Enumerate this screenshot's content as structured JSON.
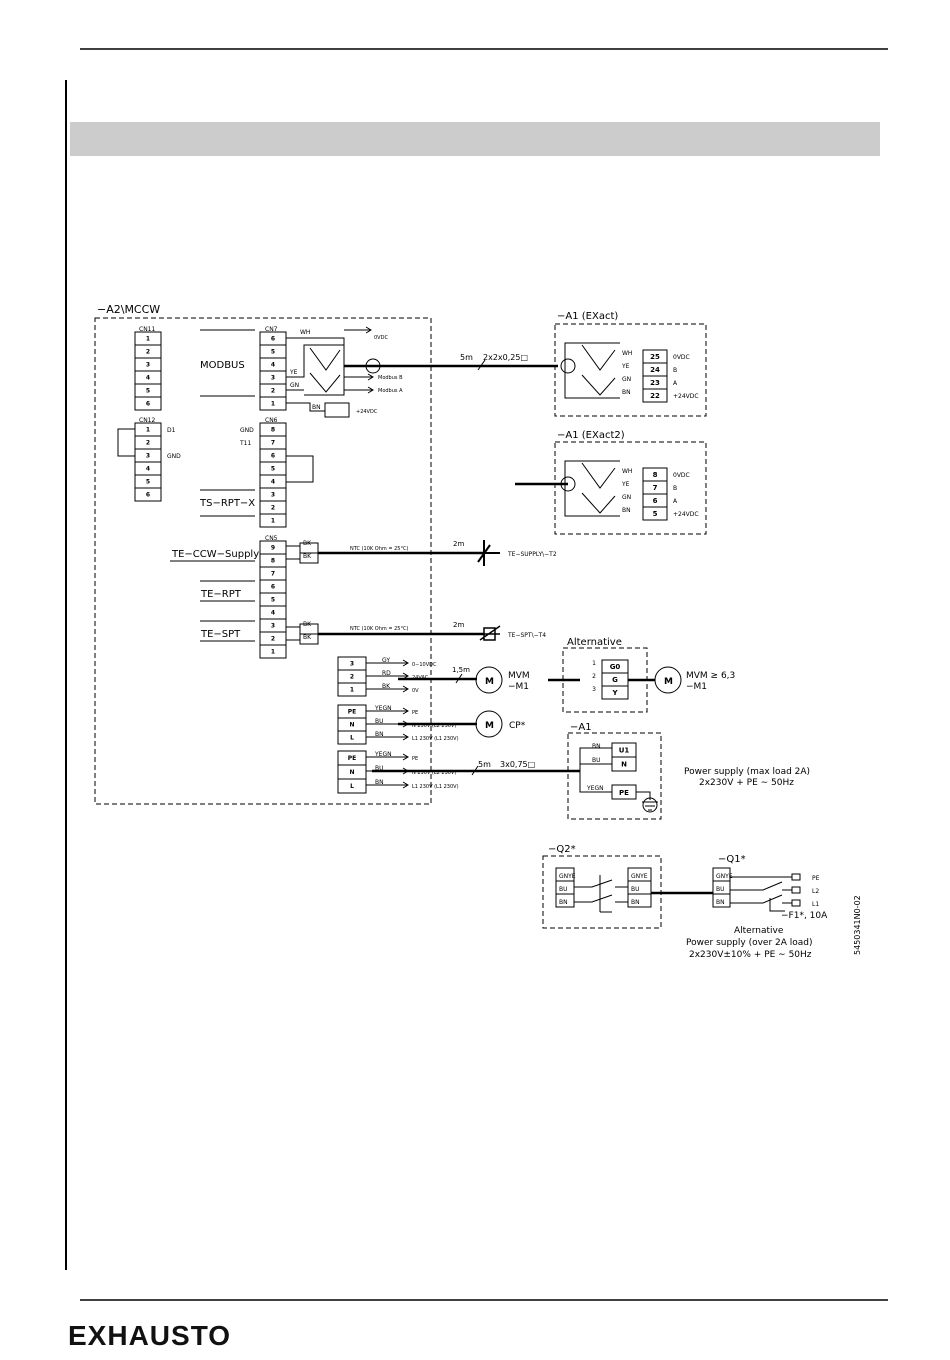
{
  "document": {
    "doc_number": "5450341N0-02",
    "brand": "EXHAUSTO"
  },
  "diagram": {
    "controller": {
      "title": "−A2\\MCCW",
      "cn11": {
        "name": "CN11",
        "pins": [
          "1",
          "2",
          "3",
          "4",
          "5",
          "6"
        ]
      },
      "cn12": {
        "name": "CN12",
        "pins": [
          "1",
          "2",
          "3",
          "4",
          "5",
          "6"
        ],
        "label_d1": "D1",
        "label_gnd": "GND"
      },
      "cn7": {
        "name": "CN7",
        "pins": [
          "6",
          "5",
          "4",
          "3",
          "2",
          "1"
        ]
      },
      "cn6": {
        "name": "CN6",
        "pins": [
          "8",
          "7",
          "6",
          "5",
          "4",
          "3",
          "2",
          "1"
        ],
        "label_gnd": "GND",
        "label_t11": "T11"
      },
      "cn5": {
        "name": "CN5",
        "pins": [
          "9",
          "8",
          "7",
          "6",
          "5",
          "4",
          "3",
          "2",
          "1"
        ]
      },
      "modbus_label": "MODBUS",
      "ts_rpt_x": "TS−RPT−X",
      "te_ccw_supply": "TE−CCW−Supply",
      "te_rpt": "TE−RPT",
      "te_spt": "TE−SPT",
      "wire_wh": "WH",
      "wire_ye": "YE",
      "wire_gn": "GN",
      "wire_bn": "BN",
      "sig_0vdc": "0VDC",
      "sig_modbus_b": "Modbus B",
      "sig_modbus_a": "Modbus A",
      "sig_24vdc": "+24VDC",
      "bk": "BK",
      "ntc_label": "NTC (10K Ohm = 25°C)",
      "motor_block": {
        "pins": [
          "3",
          "2",
          "1"
        ],
        "wires": [
          "GY",
          "RD",
          "BK"
        ],
        "signals": [
          "0−10VDC",
          "24VAC",
          "0V"
        ]
      },
      "pump_block": {
        "pins": [
          "PE",
          "N",
          "L"
        ],
        "wires": [
          "YEGN",
          "BU",
          "BN"
        ],
        "signals": [
          "PE",
          "N 230V (L2 230V)",
          "L1 230V (L1 230V)"
        ]
      },
      "supply_block": {
        "pins": [
          "PE",
          "N",
          "L"
        ],
        "wires": [
          "YEGN",
          "BU",
          "BN"
        ],
        "signals": [
          "PE",
          "N 230V (L2 230V)",
          "L1 230V (L1 230V)"
        ]
      }
    },
    "exact": {
      "title": "−A1 (EXact)",
      "cable_len": "5m",
      "cable_type": "2x2x0,25□",
      "wires": [
        "WH",
        "YE",
        "GN",
        "BN"
      ],
      "pins": [
        "25",
        "24",
        "23",
        "22"
      ],
      "signals": [
        "0VDC",
        "B",
        "A",
        "+24VDC"
      ]
    },
    "exact2": {
      "title": "−A1 (EXact2)",
      "wires": [
        "WH",
        "YE",
        "GN",
        "BN"
      ],
      "pins": [
        "8",
        "7",
        "6",
        "5"
      ],
      "signals": [
        "0VDC",
        "B",
        "A",
        "+24VDC"
      ]
    },
    "sensors": {
      "t2_len": "2m",
      "t2_label": "TE−SUPPLY\\−T2",
      "t4_len": "2m",
      "t4_label": "TE−SPT\\−T4"
    },
    "motor": {
      "cable_len": "1,5m",
      "symbol": "M",
      "name": "MVM",
      "ref": "−M1"
    },
    "alternative_motor": {
      "title": "Alternative",
      "pin_numbers": [
        "1",
        "2",
        "3"
      ],
      "pins": [
        "G0",
        "G",
        "Y"
      ],
      "name": "MVM  ≥ 6,3",
      "ref": "−M1",
      "symbol": "M"
    },
    "pump": {
      "symbol": "M",
      "name": "CP*"
    },
    "a1_supply": {
      "title": "−A1",
      "cable_len": "5m",
      "cable_type": "3x0,75□",
      "wires": [
        "BN",
        "BU",
        "YEGN"
      ],
      "pins": [
        "U1",
        "N",
        "PE"
      ],
      "caption_1": "Power supply (max load 2A)",
      "caption_2": "2x230V + PE ∼ 50Hz"
    },
    "q2": {
      "title": "−Q2*",
      "wires_left": [
        "GNYE",
        "BU",
        "BN"
      ],
      "wires_right": [
        "GNYE",
        "BU",
        "BN"
      ]
    },
    "q1": {
      "title": "−Q1*",
      "wires": [
        "GNYE",
        "BU",
        "BN"
      ],
      "lines": [
        "PE",
        "L2",
        "L1"
      ],
      "fuse": "−F1*, 10A",
      "caption_1": "Alternative",
      "caption_2": "Power supply (over 2A load)",
      "caption_3": "2x230V±10% + PE ∼ 50Hz"
    }
  },
  "colors": {
    "line": "#000000",
    "band": "#cccccc"
  }
}
